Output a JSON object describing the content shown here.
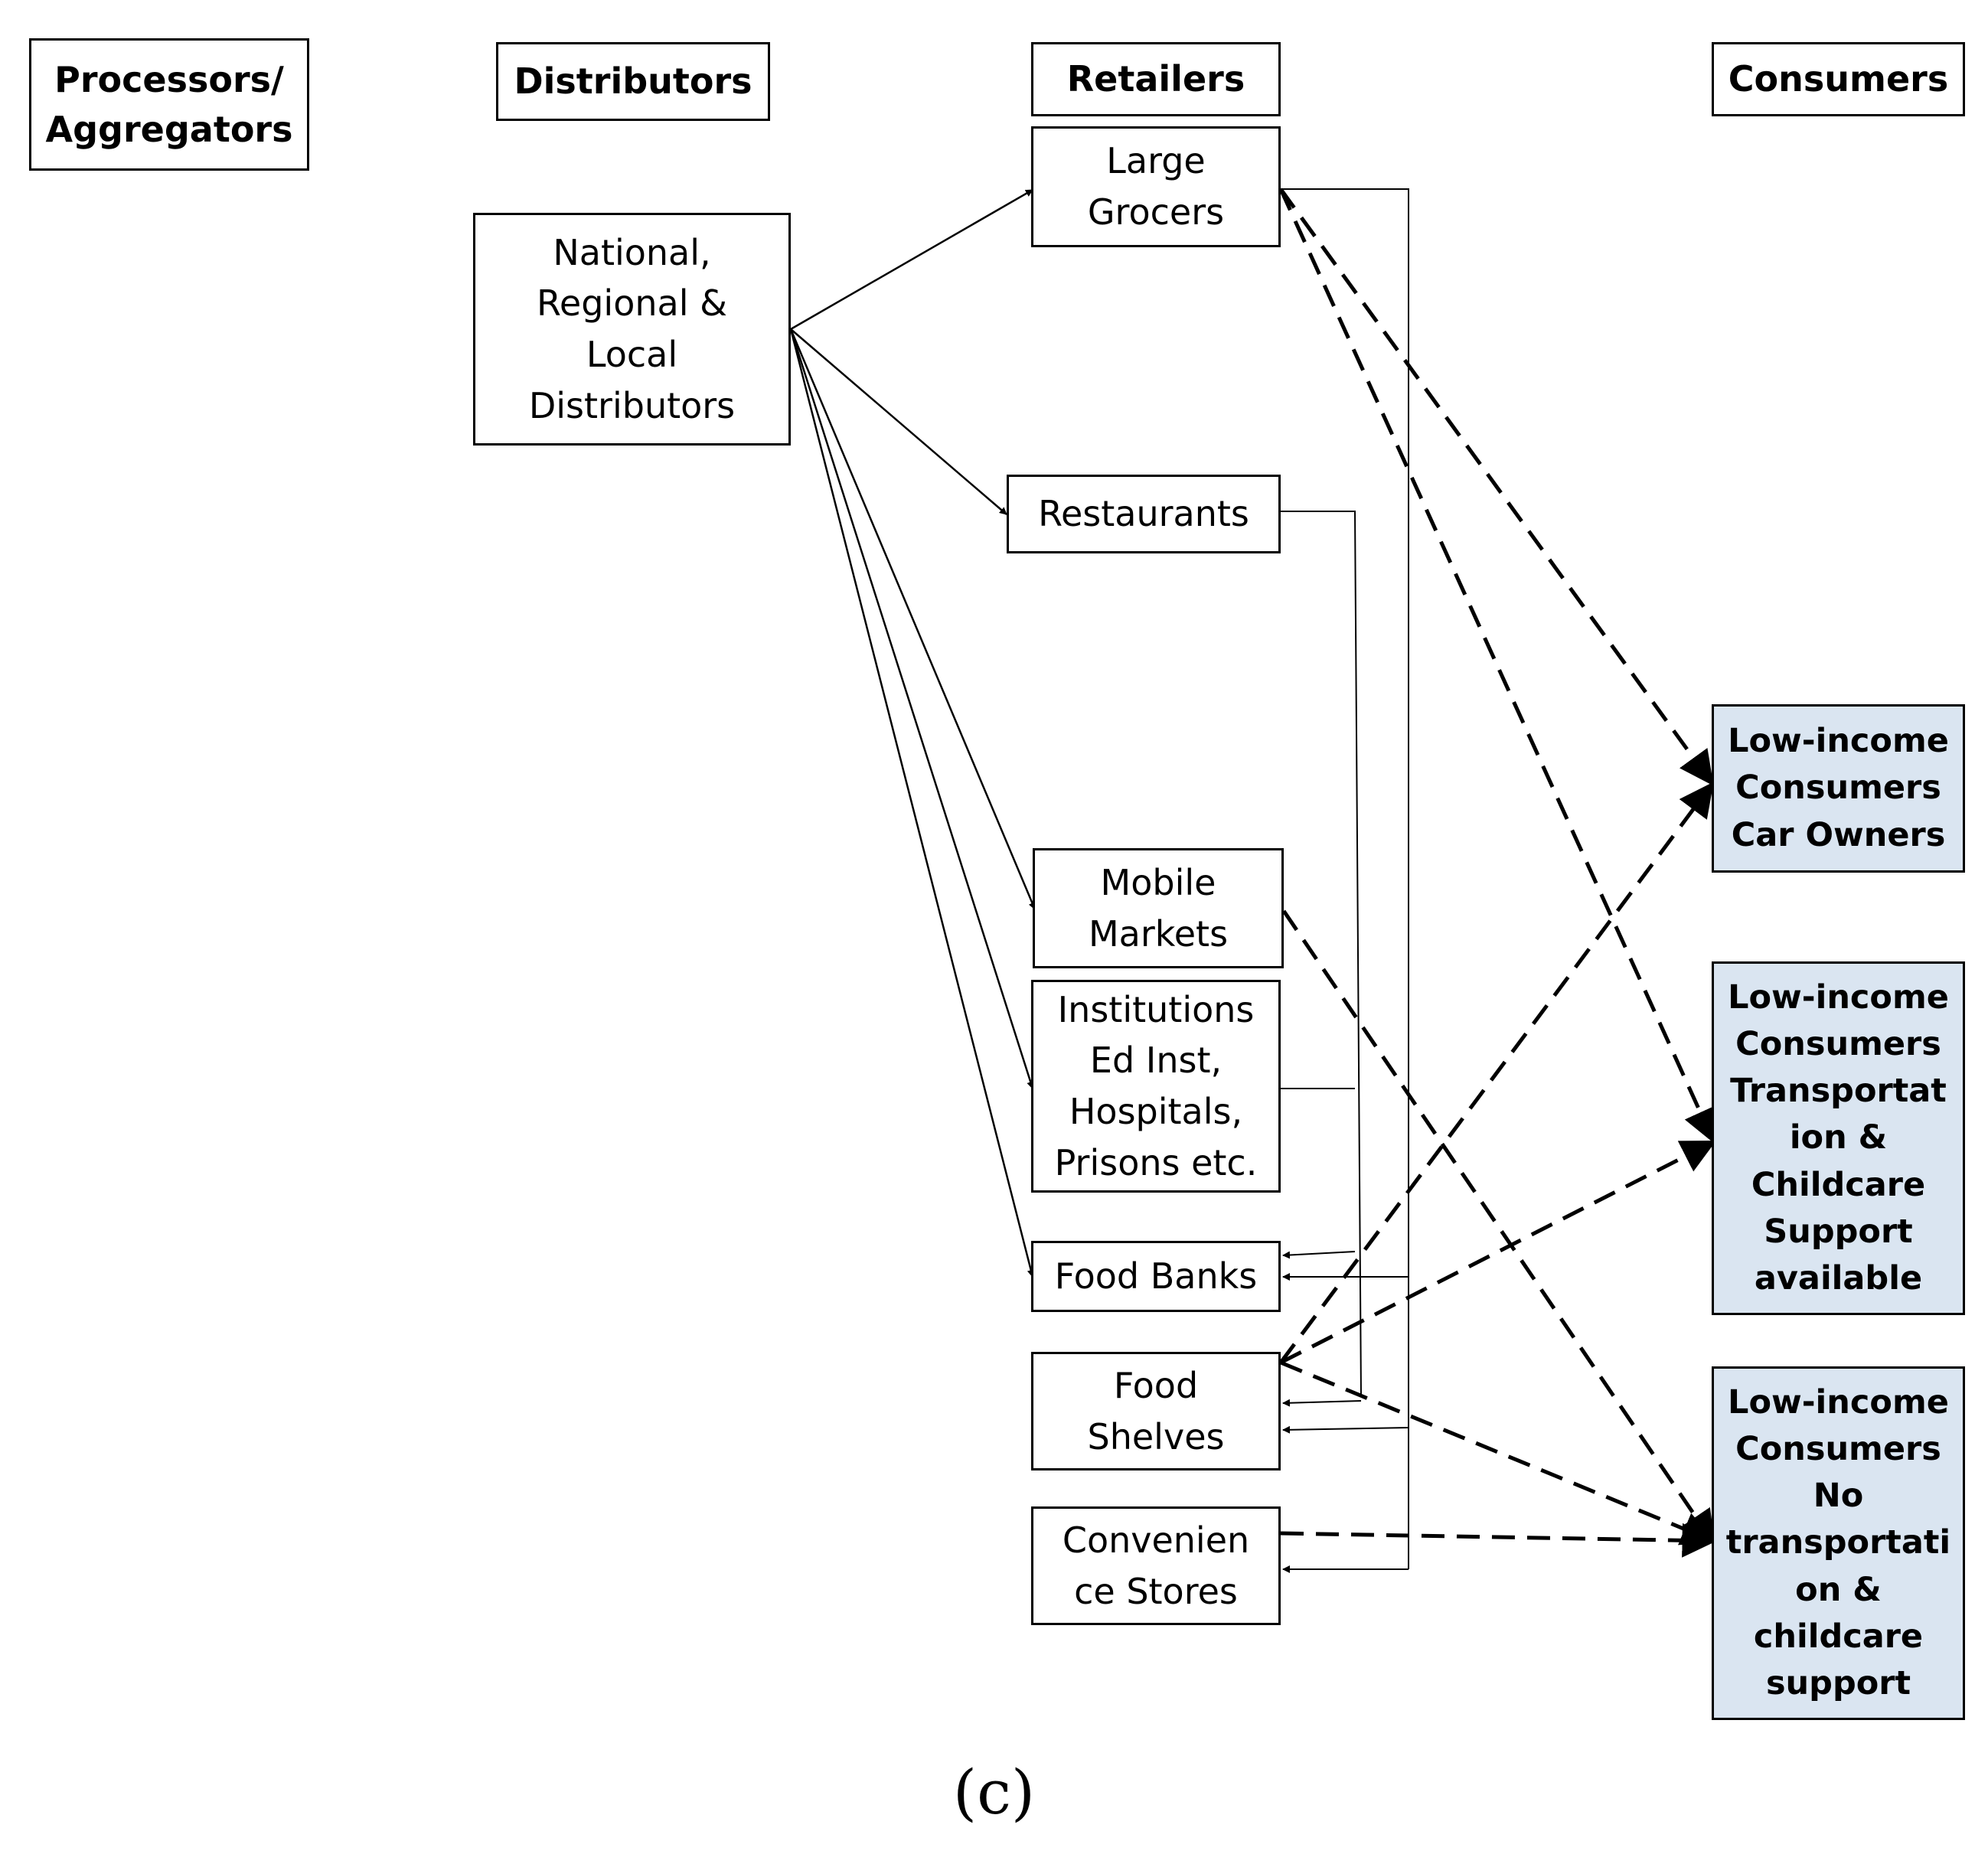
{
  "headers": {
    "processors": "Processors/\nAggregators",
    "distributors": "Distributors",
    "retailers": "Retailers",
    "consumers": "Consumers"
  },
  "distributors": {
    "national": "National,\nRegional &\nLocal\nDistributors"
  },
  "retailers": {
    "large_grocers": "Large\nGrocers",
    "restaurants": "Restaurants",
    "mobile_markets": "Mobile\nMarkets",
    "institutions": "Institutions\nEd Inst,\nHospitals,\nPrisons etc.",
    "food_banks": "Food Banks",
    "food_shelves": "Food\nShelves",
    "convenience_stores": "Convenien\nce Stores"
  },
  "consumers": {
    "car_owners": "Low-income\nConsumers\nCar Owners",
    "transport_support": "Low-income\nConsumers\nTransportat\nion &\nChildcare\nSupport\navailable",
    "no_transport": "Low-income\nConsumers\nNo\ntransportati\non &\nchildcare\nsupport"
  },
  "caption": "(c)",
  "colors": {
    "consumer_fill": "#dae5f1",
    "line": "#000000"
  }
}
